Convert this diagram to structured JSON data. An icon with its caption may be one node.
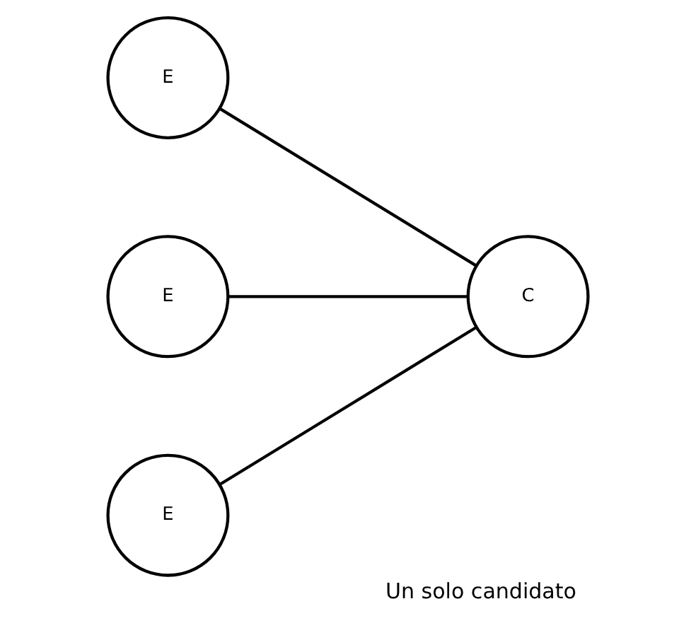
{
  "diagram": {
    "caption": "Un solo candidato",
    "nodes": [
      {
        "text": [
          "E"
        ]
      },
      {
        "text": [
          "E"
        ]
      },
      {
        "text": [
          "E"
        ]
      },
      {
        "text": [
          "C"
        ]
      }
    ],
    "edges": [
      {
        "from": 0,
        "to": 3,
        "arrow": "none"
      },
      {
        "from": 1,
        "to": 3,
        "arrow": "none"
      },
      {
        "from": 2,
        "to": 3,
        "arrow": "none"
      }
    ]
  }
}
